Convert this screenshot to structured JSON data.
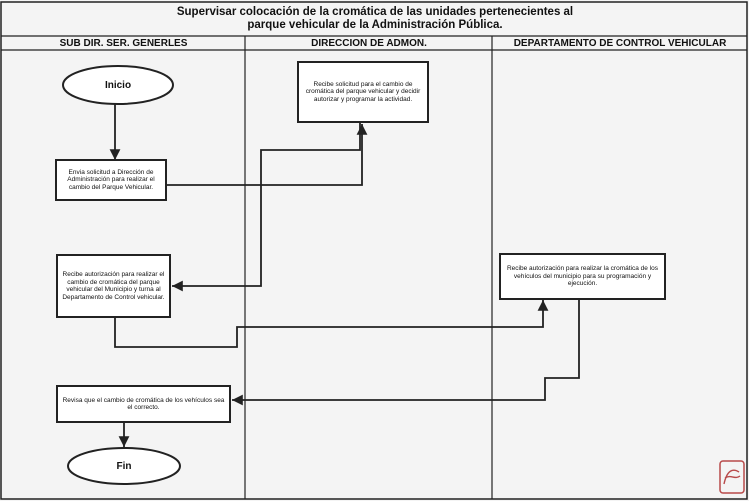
{
  "title_line1": "Supervisar colocación de la cromática de las unidades pertenecientes al",
  "title_line2": "parque vehicular de la Administración Pública.",
  "columns": [
    "SUB DIR. SER. GENERLES",
    "DIRECCION DE ADMON.",
    "DEPARTAMENTO DE CONTROL VEHICULAR"
  ],
  "nodes": {
    "inicio": "Inicio",
    "fin": "Fin",
    "envia": "Envia solicitud a Dirección de Administración para realizar el cambio del Parque Vehicular.",
    "recibe_solicitud": "Recibe solicitud para el cambio de cromática del parque vehicular y decidir autorizar y programar la actividad.",
    "recibe_autorizacion": "Recibe autorización para realizar el cambio de cromática del parque vehicular del Municipio y turna al Departamento de Control vehicular.",
    "recibe_autorizacion_depto": "Recibe autorización para realizar la cromática de los vehículos del municipio para su programación y ejecución.",
    "revisa": "Revisa que el cambio de cromática de los vehículos sea el correcto."
  },
  "colors": {
    "line": "#222222",
    "box_fill": "#ffffff",
    "background": "#f4f4f4"
  }
}
